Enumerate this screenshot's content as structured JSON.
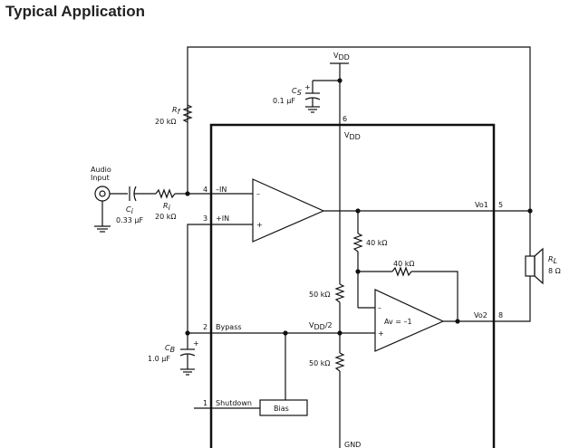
{
  "title": "Typical Application",
  "diagram": {
    "supply": {
      "label": "V",
      "sub": "DD"
    },
    "input": {
      "line1": "Audio",
      "line2": "Input"
    },
    "components": {
      "rf": {
        "sym": "R",
        "sub": "f",
        "value": "20 kΩ"
      },
      "ci": {
        "sym": "C",
        "sub": "i",
        "value": "0.33 μF"
      },
      "ri": {
        "sym": "R",
        "sub": "i",
        "value": "20 kΩ"
      },
      "cs": {
        "sym": "C",
        "sub": "S",
        "value": "0.1 μF",
        "polarity": "+"
      },
      "cb": {
        "sym": "C",
        "sub": "B",
        "value": "1.0 μF",
        "polarity": "+"
      },
      "r40a": {
        "value": "40 kΩ"
      },
      "r40b": {
        "value": "40 kΩ"
      },
      "r50a": {
        "value": "50 kΩ"
      },
      "r50b": {
        "value": "50 kΩ"
      },
      "rl": {
        "sym": "R",
        "sub": "L",
        "value": "8 Ω"
      }
    },
    "pins": {
      "p6": {
        "num": "6",
        "name": "V",
        "sub": "DD"
      },
      "p4": {
        "num": "4",
        "name": "–IN"
      },
      "p3": {
        "num": "3",
        "name": "+IN"
      },
      "p2": {
        "num": "2",
        "name": "Bypass"
      },
      "p1": {
        "num": "1",
        "name": "Shutdown"
      },
      "p5": {
        "num": "5",
        "name": "Vo1"
      },
      "p8": {
        "num": "8",
        "name": "Vo2"
      },
      "gnd": {
        "name": "GND"
      }
    },
    "vdd2": {
      "label": "V",
      "sub": "DD",
      "tail": "/2"
    },
    "amp1": {
      "minus": "–",
      "plus": "+"
    },
    "amp2": {
      "minus": "–",
      "plus": "+",
      "gain": "Av = –1"
    },
    "bias": {
      "label": "Bias"
    }
  }
}
